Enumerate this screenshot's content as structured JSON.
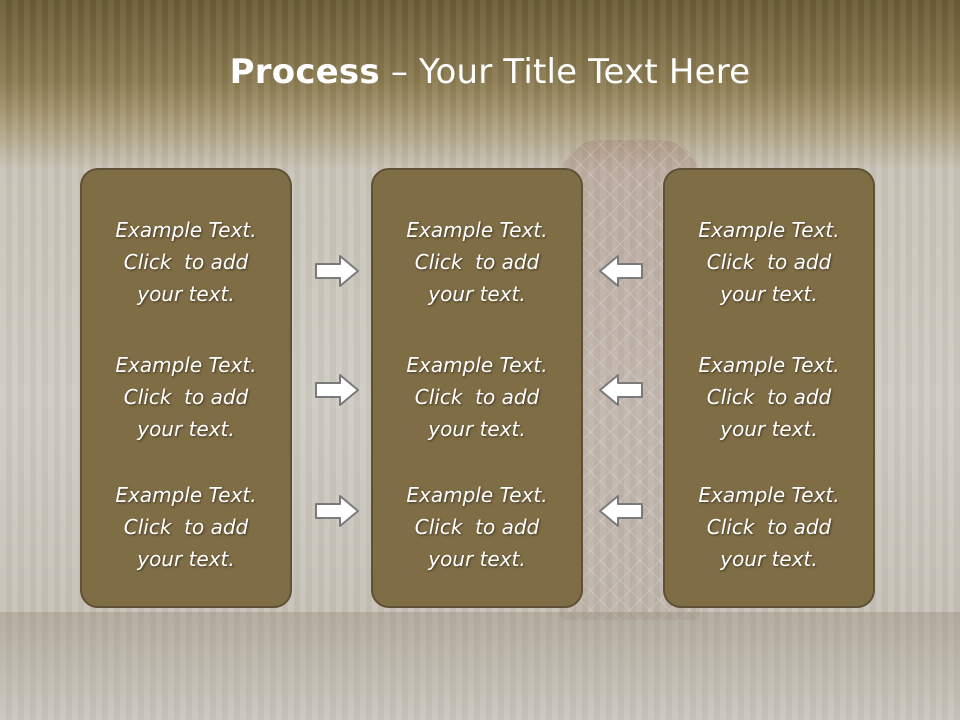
{
  "title": {
    "bold": "Process",
    "dash": " – ",
    "rest": "Your Title Text Here"
  },
  "columns": [
    {
      "items": [
        {
          "l1": "Example Text.",
          "l2": "Click  to add",
          "l3": "your text."
        },
        {
          "l1": "Example Text.",
          "l2": "Click  to add",
          "l3": "your text."
        },
        {
          "l1": "Example Text.",
          "l2": "Click  to add",
          "l3": "your text."
        }
      ]
    },
    {
      "items": [
        {
          "l1": "Example Text.",
          "l2": "Click  to add",
          "l3": "your text."
        },
        {
          "l1": "Example Text.",
          "l2": "Click  to add",
          "l3": "your text."
        },
        {
          "l1": "Example Text.",
          "l2": "Click  to add",
          "l3": "your text."
        }
      ]
    },
    {
      "items": [
        {
          "l1": "Example Text.",
          "l2": "Click  to add",
          "l3": "your text."
        },
        {
          "l1": "Example Text.",
          "l2": "Click  to add",
          "l3": "your text."
        },
        {
          "l1": "Example Text.",
          "l2": "Click  to add",
          "l3": "your text."
        }
      ]
    }
  ],
  "arrows": {
    "left_group": "right-arrow-icon",
    "right_group": "left-arrow-icon"
  },
  "colors": {
    "box_fill": "#7f6d45",
    "box_border": "#5e5136",
    "arrow_fill": "#ffffff",
    "arrow_stroke": "#7a7a7a"
  }
}
